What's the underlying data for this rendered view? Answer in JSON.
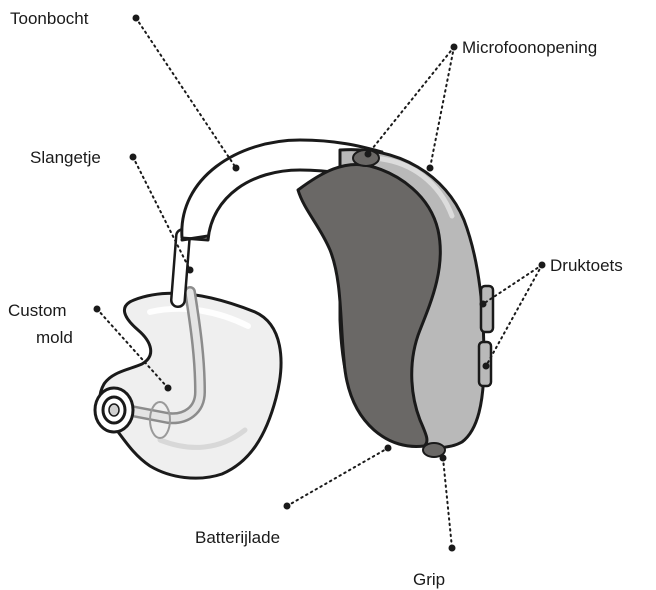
{
  "labels": {
    "toonbocht": "Toonbocht",
    "microfoonopening": "Microfoonopening",
    "slangetje": "Slangetje",
    "druktoets": "Druktoets",
    "custom_line1": "Custom",
    "custom_line2": "mold",
    "batterijlade": "Batterijlade",
    "grip": "Grip"
  },
  "colors": {
    "outline": "#1a1a1a",
    "shell_light": "#b9b9b9",
    "battery_door": "#6a6866",
    "earhook": "#ffffff",
    "mold": "#eeeeee"
  },
  "icons": {
    "device": "behind-the-ear-hearing-aid"
  }
}
